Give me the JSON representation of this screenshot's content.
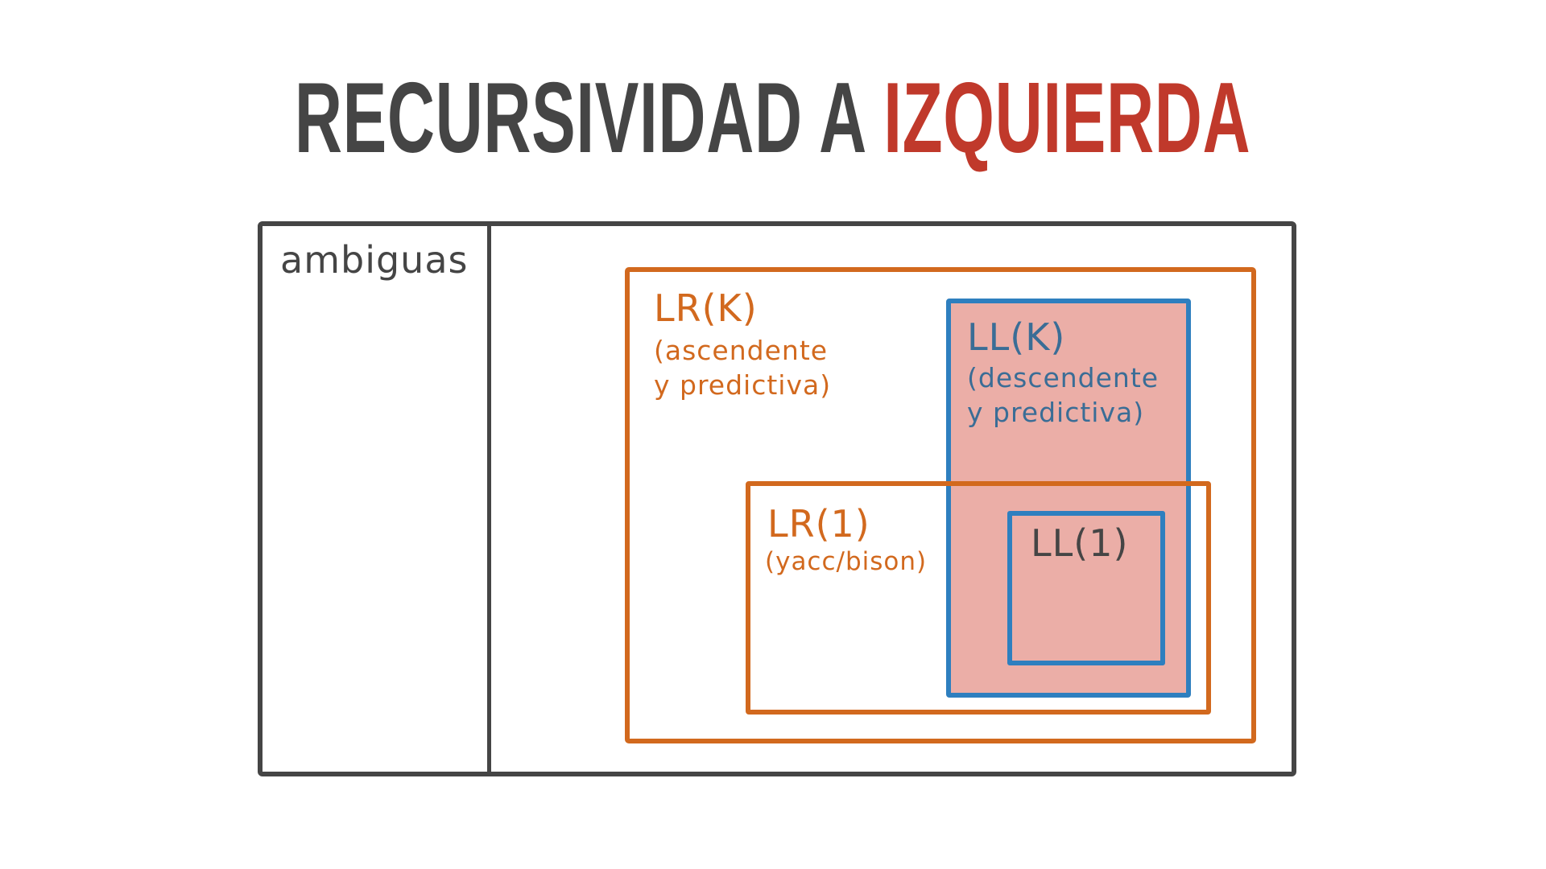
{
  "title": {
    "part1": "RECURSIVIDAD A ",
    "part2": "IZQUIERDA"
  },
  "regions": {
    "ambiguas": {
      "label": "ambiguas"
    },
    "lrk": {
      "label": "LR(K)",
      "sub_line1": "(ascendente",
      "sub_line2": "y predictiva)"
    },
    "llk": {
      "label": "LL(K)",
      "sub_line1": "(descendente",
      "sub_line2": "y predictiva)"
    },
    "lr1": {
      "label": "LR(1)",
      "sub": "(yacc/bison)"
    },
    "ll1": {
      "label": "LL(1)"
    }
  },
  "colors": {
    "dark": "#454545",
    "title_accent": "#c0392b",
    "lr_orange": "#d2691e",
    "ll_blue": "#2e7fbf",
    "ll_fill": "#ebaea7"
  }
}
